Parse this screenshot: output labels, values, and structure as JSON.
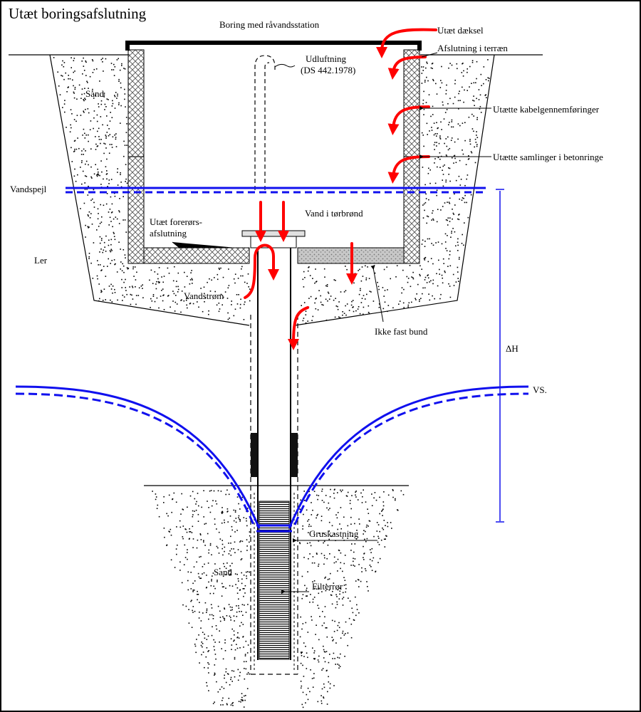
{
  "title": "Utæt boringsafslutning",
  "labels": {
    "station": "Boring med råvandsstation",
    "cover": "Utæt dæksel",
    "terrain": "Afslutning i terræn",
    "vent_1": "Udluftning",
    "vent_2": "(DS 442.1978)",
    "cables": "Utætte kabelgennemføringer",
    "rings": "Utætte samlinger i betonringe",
    "sand_top": "Sand",
    "water_table": "Vandspejl",
    "casing_1": "Utæt forerørs-",
    "casing_2": "afslutning",
    "water_in_well": "Vand i tørbrønd",
    "clay": "Ler",
    "flow": "Vandstrøm",
    "bottom": "Ikke fast bund",
    "delta_h": "ΔH",
    "vs": "VS.",
    "gravel": "Gruskastning",
    "sand_bottom": "Sand",
    "filter": "Filterrør"
  },
  "colors": {
    "arrow": "#ff0000",
    "water": "#1010ee",
    "line": "#000000",
    "hatch": "#555555",
    "gravel": "#a8a8a8"
  }
}
